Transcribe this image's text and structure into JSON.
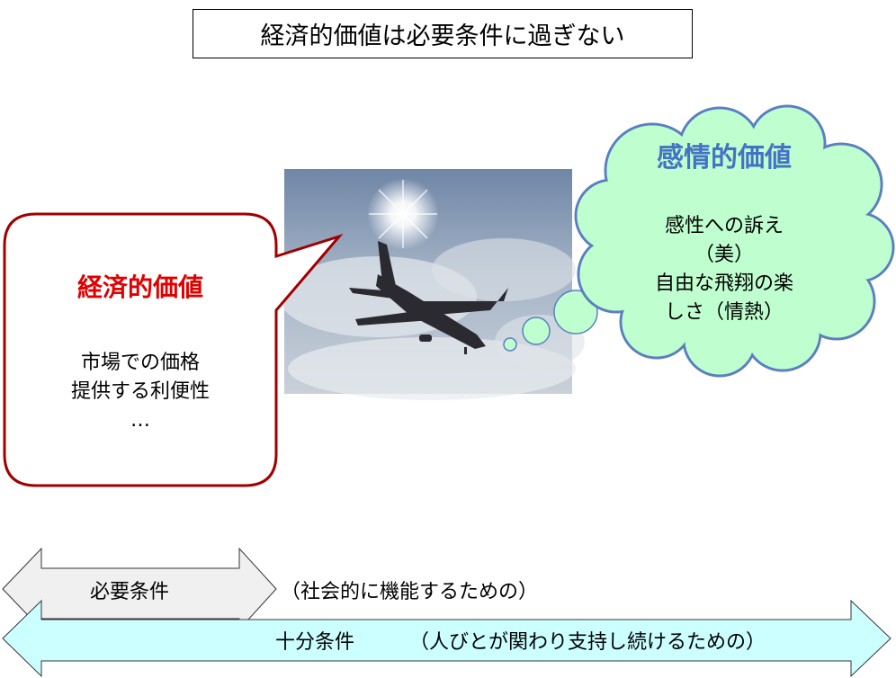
{
  "title": "経済的価値は必要条件に過ぎない",
  "economic": {
    "heading": "経済的価値",
    "lines": [
      "市場での価格",
      "提供する利便性",
      "…"
    ],
    "color": "#e00000"
  },
  "emotional": {
    "heading": "感情的価値",
    "lines": [
      "感性への訴え",
      "（美）",
      "自由な飛翔の楽",
      "しさ（情熱）"
    ],
    "color": "#4472c4"
  },
  "photo": {
    "subject": "airplane-in-sky"
  },
  "arrows": {
    "necessary_label": "必要条件",
    "necessary_note": "（社会的に機能するための）",
    "sufficient_label": "十分条件",
    "sufficient_note": "（人びとが関わり支持し続けるための）"
  }
}
